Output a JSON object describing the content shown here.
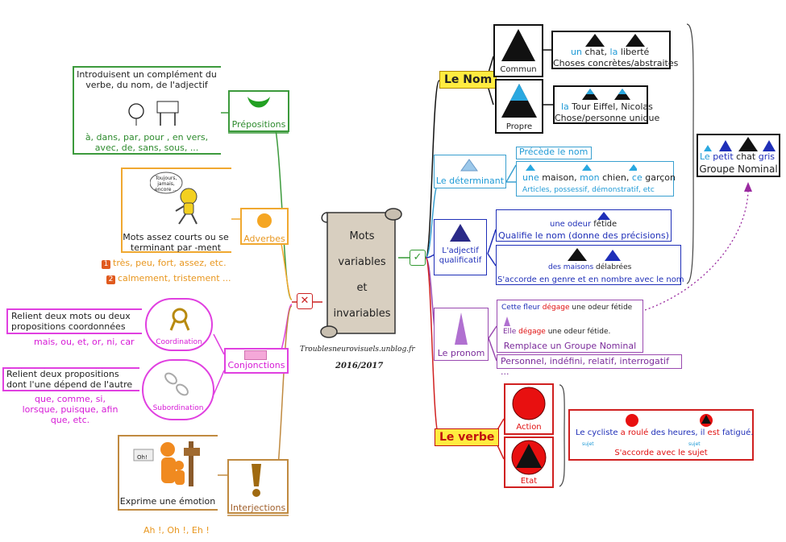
{
  "center": {
    "lines": [
      "Mots",
      "variables",
      "et",
      "invariables"
    ],
    "site": "Troublesneurovisuels.unblog.fr",
    "year": "2016/2017"
  },
  "invariable_mark": "✕",
  "variable_mark": "✓",
  "prepositions": {
    "title": "Prépositions",
    "definition": "Introduisent un complément du verbe, du nom, de l'adjectif",
    "examples": "à, dans, par, pour , en vers, avec, de, sans, sous, ..."
  },
  "adverbes": {
    "title": "Adverbes",
    "bubble": "Toujours, jamais, encore ...",
    "definition": "Mots assez courts ou se terminant par -ment",
    "ex1_num": "1",
    "ex1": "très, peu, fort, assez, etc.",
    "ex2_num": "2",
    "ex2": "calmement, tristement ..."
  },
  "conjonctions": {
    "title": "Conjonctions",
    "coordination": "Coordination",
    "coord_def": "Relient deux mots ou deux propositions coordonnées",
    "coord_ex": "mais, ou, et, or, ni, car",
    "subordination": "Subordination",
    "sub_def": "Relient deux propositions dont l'une dépend de l'autre",
    "sub_ex": "que, comme, si, lorsque, puisque, afin que, etc."
  },
  "interjections": {
    "title": "Interjections",
    "sign": "Oh!",
    "definition": "Exprime une émotion",
    "examples": "Ah !, Oh !, Eh !"
  },
  "nom": {
    "title": "Le Nom",
    "commun": "Commun",
    "commun_ex_w1": "un",
    "commun_ex_w2": "chat,",
    "commun_ex_w3": "la",
    "commun_ex_w4": "liberté",
    "commun_def": "Choses concrètes/abstraites",
    "propre": "Propre",
    "propre_ex_w1": "la",
    "propre_ex_w2": "Tour Eiffel, Nicolas",
    "propre_def": "Chose/personne unique"
  },
  "groupe_nominal": {
    "w1": "Le",
    "w2": "petit",
    "w3": "chat",
    "w4": "gris",
    "title": "Groupe Nominal"
  },
  "determinant": {
    "title": "Le déterminant",
    "def": "Précède le nom",
    "ex_w1": "une",
    "ex_w2": "maison,",
    "ex_w3": "mon",
    "ex_w4": "chien,",
    "ex_w5": "ce",
    "ex_w6": "garçon",
    "types": "Articles, possessif, démonstratif, etc"
  },
  "adjectif": {
    "title": "L'adjectif qualificatif",
    "ex1_w1": "une odeur",
    "ex1_w2": "fétide",
    "def1": "Qualifie le nom (donne des précisions)",
    "ex2_w1": "des maisons",
    "ex2_w2": "délabrées",
    "def2": "S'accorde en genre et en nombre avec le nom"
  },
  "pronom": {
    "title": "Le pronom",
    "ex1_w1": "Cette fleur",
    "ex1_w2": "dégage",
    "ex1_w3": "une odeur fétide",
    "ex2_w1": "Elle",
    "ex2_w2": "dégage",
    "ex2_w3": "une odeur fétide.",
    "def": "Remplace un Groupe Nominal",
    "types": "Personnel, indéfini, relatif, interrogatif ..."
  },
  "verbe": {
    "title": "Le verbe",
    "action": "Action",
    "etat": "Etat",
    "ex_w1": "Le cycliste",
    "ex_w2": "a roulé",
    "ex_w3": "des heures,",
    "ex_w4": "il",
    "ex_w5": "est",
    "ex_w6": "fatigué.",
    "sujet1": "sujet",
    "sujet2": "sujet",
    "def": "S'accorde avec le sujet"
  }
}
